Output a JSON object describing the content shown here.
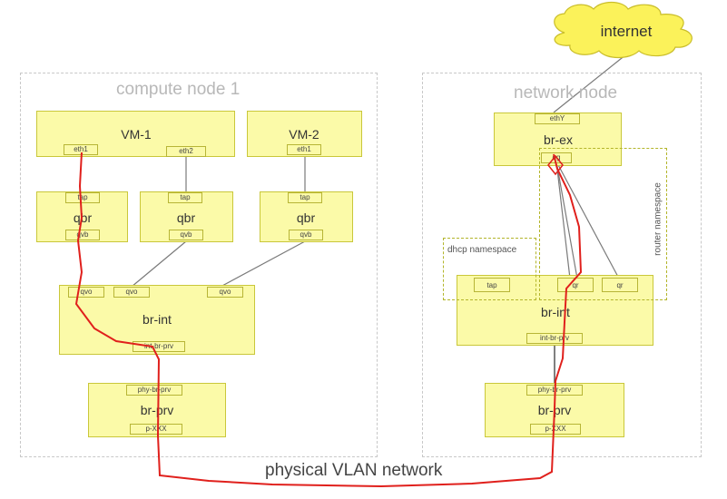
{
  "cloud": {
    "label": "internet"
  },
  "compute_node": {
    "title": "compute node 1",
    "vm1": {
      "label": "VM-1",
      "eth1": "eth1",
      "eth2": "eth2"
    },
    "vm2": {
      "label": "VM-2",
      "eth1": "eth1"
    },
    "qbr1": {
      "label": "qbr",
      "tap": "tap",
      "qvb": "qvb"
    },
    "qbr2": {
      "label": "qbr",
      "tap": "tap",
      "qvb": "qvb"
    },
    "qbr3": {
      "label": "qbr",
      "tap": "tap",
      "qvb": "qvb"
    },
    "br_int": {
      "label": "br-int",
      "qvo1": "qvo",
      "qvo2": "qvo",
      "qvo3": "qvo",
      "int_br_prv": "int-br-prv"
    },
    "br_prv": {
      "label": "br-prv",
      "phy_br_prv": "phy-br-prv",
      "p_xxx": "p-XXX"
    }
  },
  "network_node": {
    "title": "network node",
    "br_ex": {
      "label": "br-ex",
      "ethy": "ethY",
      "qg": "qg"
    },
    "router_ns": {
      "label": "router namespace"
    },
    "dhcp_ns": {
      "label": "dhcp namespace"
    },
    "br_int": {
      "label": "br-int",
      "tap": "tap",
      "qr1": "qr",
      "qr2": "qr",
      "int_br_prv": "int-br-prv"
    },
    "br_prv": {
      "label": "br-prv",
      "phy_br_prv": "phy-br-prv",
      "p_xxx": "p-XXX"
    }
  },
  "physical_network": {
    "label": "physical VLAN network"
  },
  "colors": {
    "box_fill": "#fbfaa8",
    "box_border": "#c9c73a",
    "traffic_path": "#e0201c",
    "namespace_border": "#b3b52a"
  }
}
